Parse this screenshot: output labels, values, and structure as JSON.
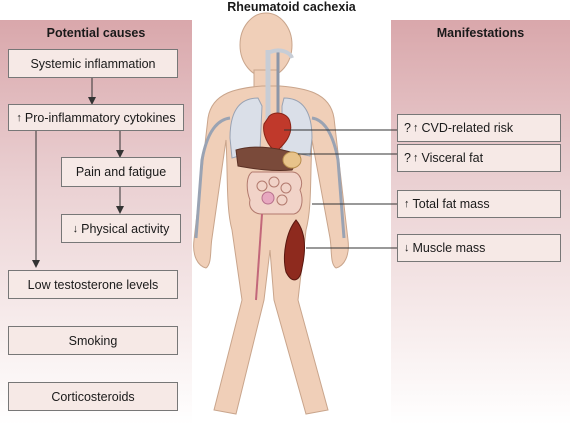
{
  "title": "Rheumatoid cachexia",
  "causes": {
    "heading": "Potential causes",
    "systemic": "Systemic inflammation",
    "cytokines_arrow": "↑",
    "cytokines": "Pro-inflammatory cytokines",
    "pain": "Pain and fatigue",
    "activity_arrow": "↓",
    "activity": "Physical activity",
    "testosterone": "Low testosterone levels",
    "smoking": "Smoking",
    "corticosteroids": "Corticosteroids"
  },
  "manifestations": {
    "heading": "Manifestations",
    "cvd_prefix": "?",
    "cvd_arrow": "↑",
    "cvd": "CVD-related risk",
    "visceral_prefix": "?",
    "visceral_arrow": "↑",
    "visceral": "Visceral fat",
    "fat_arrow": "↑",
    "fat": "Total fat mass",
    "muscle_arrow": "↓",
    "muscle": "Muscle mass"
  },
  "colors": {
    "panel": "#d9a7ab",
    "box": "#f6e9e6",
    "body": "#f0cfb8",
    "heart": "#c0392b",
    "muscle": "#8e2a1e"
  }
}
